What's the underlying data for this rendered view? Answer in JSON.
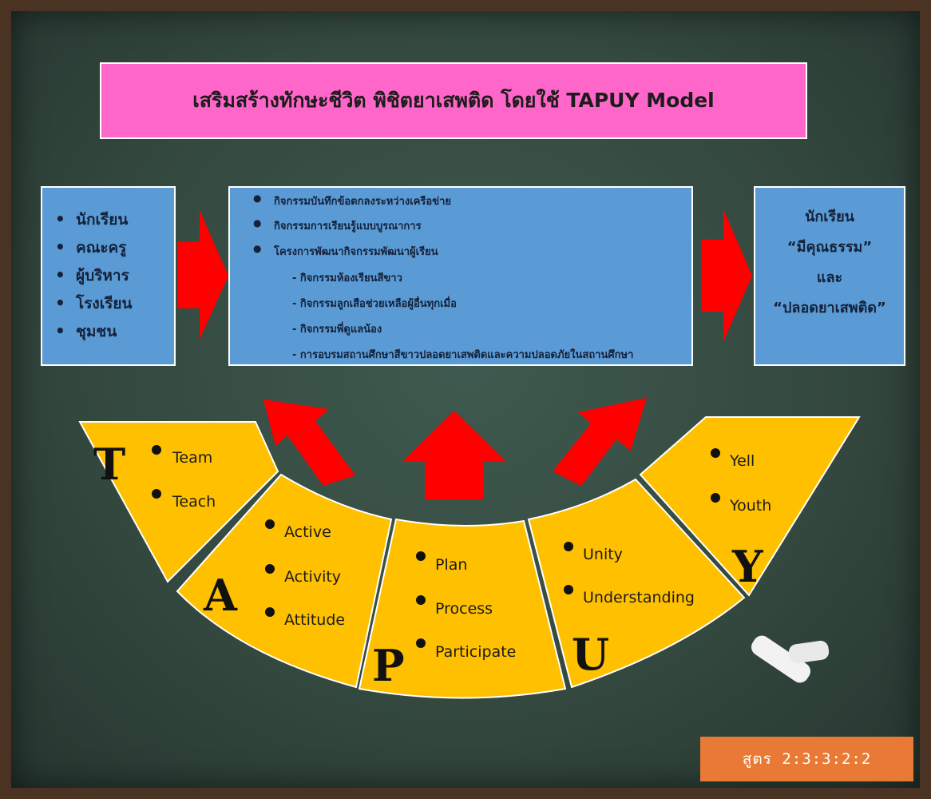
{
  "title": "เสริมสร้างทักษะชีวิต พิชิตยาเสพติด โดยใช้ TAPUY Model",
  "inputs": [
    "นักเรียน",
    "คณะครู",
    "ผู้บริหาร",
    "โรงเรียน",
    "ชุมชน"
  ],
  "activities": {
    "main": [
      "กิจกรรมบันทึกข้อตกลงระหว่างเครือข่าย",
      "กิจกรรมการเรียนรู้แบบบูรณาการ",
      "โครงการพัฒนากิจกรรมพัฒนาผู้เรียน"
    ],
    "sub": [
      "- กิจกรรมห้องเรียนสีขาว",
      "- กิจกรรมลูกเสือช่วยเหลือผู้อื่นทุกเมื่อ",
      "- กิจกรรมพี่ดูแลน้อง",
      "- การอบรมสถานศึกษาสีขาวปลอดยาเสพติดและความปลอดภัยในสถานศึกษา"
    ]
  },
  "outcome": [
    "นักเรียน",
    "“มีคุณธรรม”",
    "และ",
    "“ปลอดยาเสพติด”"
  ],
  "segments": [
    {
      "letter": "T",
      "items": [
        "Team",
        "Teach"
      ]
    },
    {
      "letter": "A",
      "items": [
        "Active",
        "Activity",
        "Attitude"
      ]
    },
    {
      "letter": "P",
      "items": [
        "Plan",
        "Process",
        "Participate"
      ]
    },
    {
      "letter": "U",
      "items": [
        "Unity",
        "Understanding"
      ]
    },
    {
      "letter": "Y",
      "items": [
        "Yell",
        "Youth"
      ]
    }
  ],
  "formula": "สูตร 2:3:3:2:2",
  "colors": {
    "title_bg": "#ff66c9",
    "box_bg": "#5b9bd5",
    "segment_fill": "#ffc000",
    "arrow": "#ff0000",
    "formula_bg": "#e87a35"
  }
}
